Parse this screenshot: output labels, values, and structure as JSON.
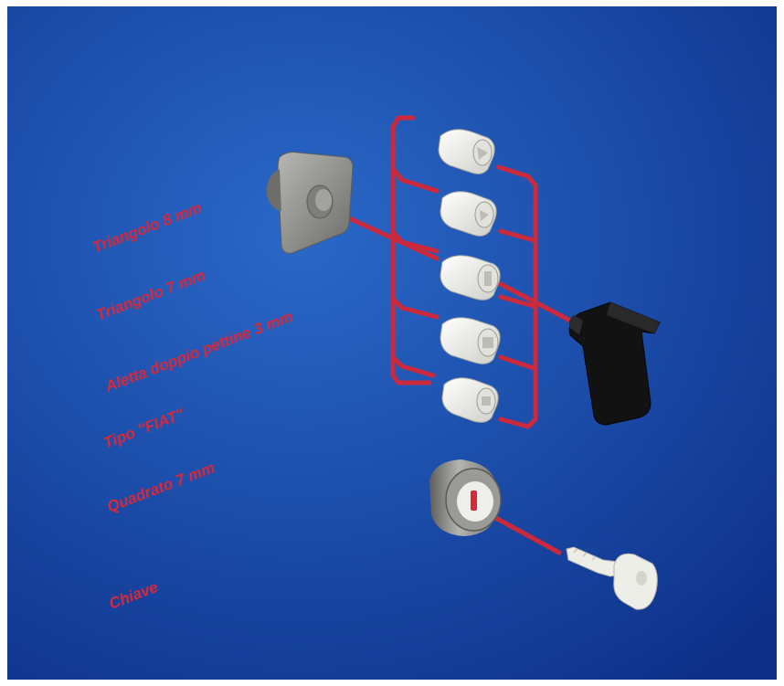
{
  "labels": [
    "Triangolo 8 mm",
    "Triangolo 7 mm",
    "Aletta doppio pettine 3 mm",
    "Tipo \"FIAT\"",
    "Quadrato 7 mm",
    "Chiave"
  ],
  "colors": {
    "background_light": "#2a68c8",
    "background_dark": "#0d2f88",
    "label_red": "#d8283a",
    "connector_red": "#cc2a3c",
    "insert_white": "#f2f2ec",
    "housing_gray": "#8a8a86",
    "handle_black": "#121212",
    "key_white": "#eeeee8"
  },
  "icons": {
    "flange_housing": "square-flange-housing-icon",
    "insert": "drive-insert-icon",
    "handle": "black-lever-handle-icon",
    "cylinder": "key-cylinder-icon",
    "key": "key-icon"
  }
}
